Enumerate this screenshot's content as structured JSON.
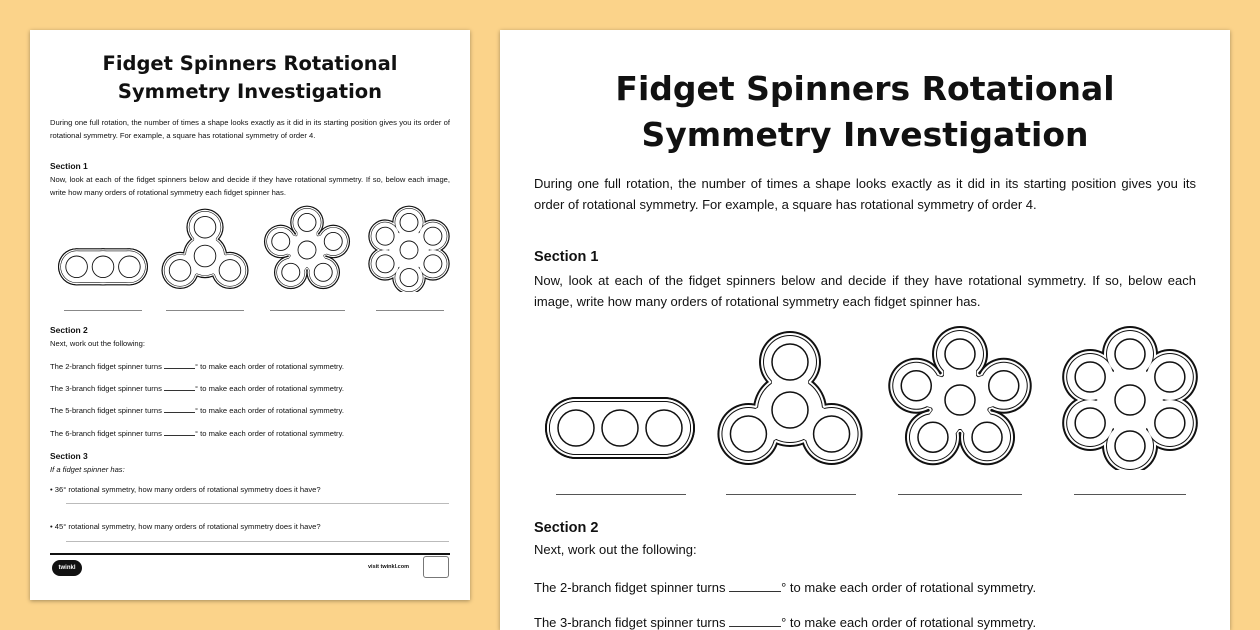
{
  "title_line1": "Fidget Spinners Rotational",
  "title_line2": "Symmetry Investigation",
  "intro": "During one full rotation, the number of times a shape looks exactly as it did in its starting position gives you its order of rotational symmetry. For example, a square has rotational symmetry of order 4.",
  "section1": {
    "heading": "Section 1",
    "text": "Now, look at each of the fidget spinners below and decide if they have rotational symmetry. If so, below each image, write how many orders of rotational symmetry each fidget spinner has.",
    "spinners": [
      {
        "name": "2-branch",
        "branches": 2
      },
      {
        "name": "3-branch",
        "branches": 3
      },
      {
        "name": "5-branch",
        "branches": 5
      },
      {
        "name": "6-branch",
        "branches": 6
      }
    ]
  },
  "section2": {
    "heading": "Section 2",
    "text": "Next, work out the following:",
    "rows": [
      {
        "before": "The 2-branch fidget spinner turns",
        "after": "° to make each order of rotational symmetry."
      },
      {
        "before": "The 3-branch fidget spinner turns",
        "after": "° to make each order of rotational symmetry."
      },
      {
        "before": "The 5-branch fidget spinner turns",
        "after": "° to make each order of rotational symmetry."
      },
      {
        "before": "The 6-branch fidget spinner turns",
        "after": "° to make each order of rotational symmetry."
      }
    ]
  },
  "section3": {
    "heading": "Section 3",
    "text": "If a fidget spinner has:",
    "questions": [
      "• 36° rotational symmetry, how many orders of rotational symmetry does it have?",
      "• 45° rotational symmetry, how many orders of rotational symmetry does it have?"
    ]
  },
  "footer": {
    "logo": "twinkl",
    "site": "visit twinkl.com"
  }
}
